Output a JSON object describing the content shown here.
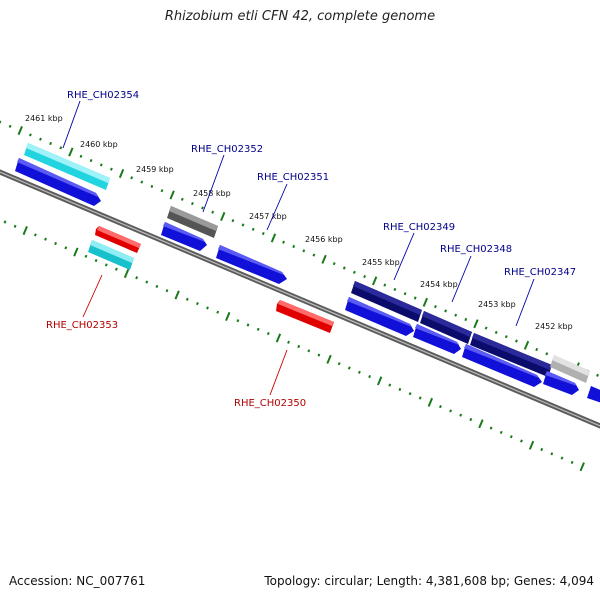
{
  "title": "Rhizobium etli CFN 42, complete genome",
  "footer": {
    "accession_label": "Accession: NC_007761",
    "summary": "Topology: circular; Length: 4,381,608 bp; Genes: 4,094"
  },
  "colors": {
    "backbone": "#7a7a7a",
    "tick": "#1a7a1a",
    "forward_label": "#00008b",
    "reverse_label": "#b30000"
  },
  "kbp_labels": [
    "2461 kbp",
    "2460 kbp",
    "2459 kbp",
    "2458 kbp",
    "2457 kbp",
    "2456 kbp",
    "2455 kbp",
    "2454 kbp",
    "2453 kbp",
    "2452 kbp"
  ],
  "gene_labels": {
    "forward": [
      "RHE_CH02354",
      "RHE_CH02352",
      "RHE_CH02351",
      "RHE_CH02349",
      "RHE_CH02348",
      "RHE_CH02347"
    ],
    "reverse": [
      "RHE_CH02353",
      "RHE_CH02350"
    ]
  }
}
